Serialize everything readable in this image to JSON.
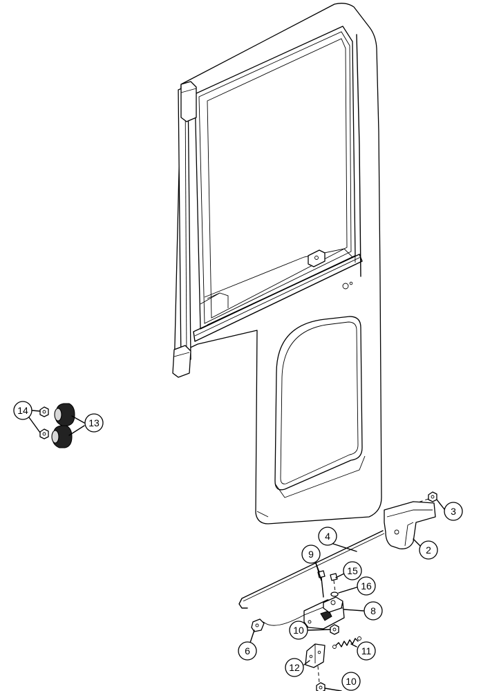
{
  "callouts": [
    "14",
    "13",
    "3",
    "4",
    "2",
    "9",
    "15",
    "16",
    "8",
    "10",
    "6",
    "11",
    "12"
  ],
  "callout_10_lower": "10"
}
